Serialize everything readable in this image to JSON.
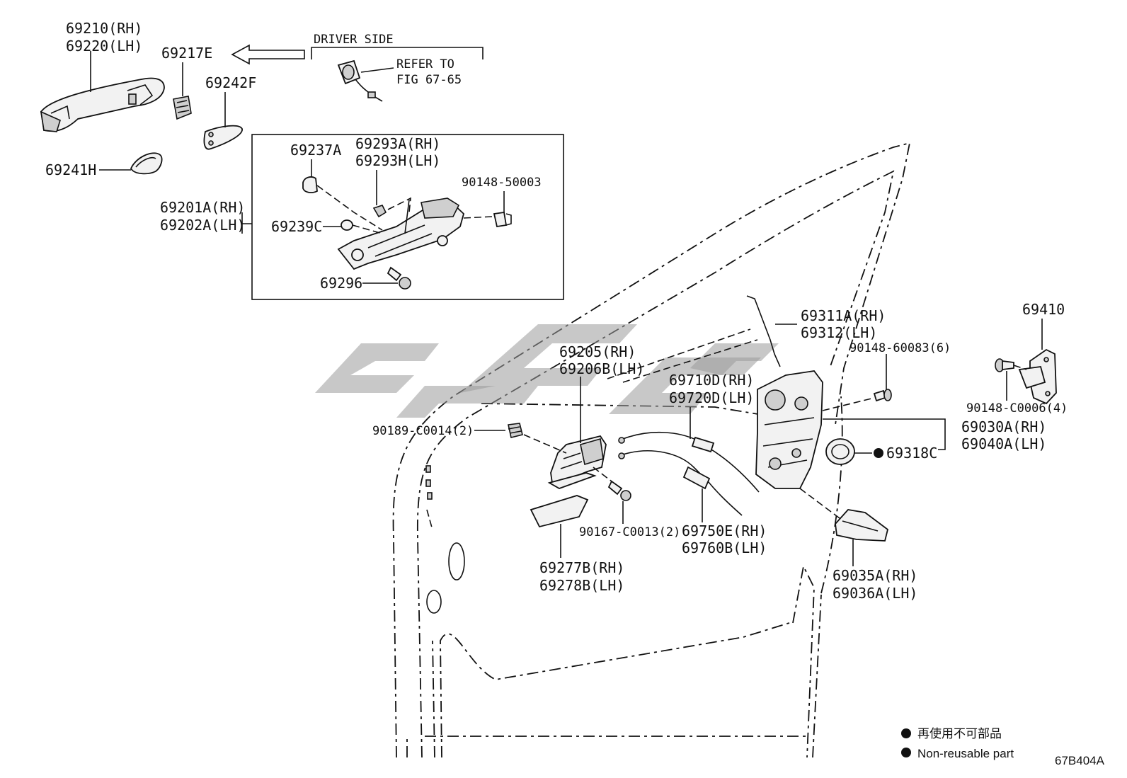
{
  "labels": {
    "handle_rh": "69210(RH)",
    "handle_lh": "69220(LH)",
    "cap": "69217E",
    "pad_f": "69242F",
    "pad_h": "69241H",
    "driver_side": "DRIVER SIDE",
    "refer_to": "REFER TO",
    "fig": "FIG 67-65",
    "frame_rh": "69201A(RH)",
    "frame_lh": "69202A(LH)",
    "clip_a": "69237A",
    "spring_rh": "69293A(RH)",
    "spring_lh": "69293H(LH)",
    "bolt_50003": "90148-50003",
    "cap_c": "69239C",
    "screw_296": "69296",
    "rod_rh": "69311A(RH)",
    "rod_lh": "69312(LH)",
    "inner_rh": "69205(RH)",
    "inner_lh": "69206B(LH)",
    "bolt_60083": "90148-60083(6)",
    "striker": "69410",
    "cable1_rh": "69710D(RH)",
    "cable1_lh": "69720D(LH)",
    "bolt_c0006": "90148-C0006(4)",
    "clip_c0014": "90189-C0014(2)",
    "lock_rh": "69030A(RH)",
    "lock_lh": "69040A(LH)",
    "seal": "69318C",
    "screw_c0013": "90167-C0013(2)",
    "cable2_rh": "69750E(RH)",
    "cable2_lh": "69760B(LH)",
    "bezel_rh": "69277B(RH)",
    "bezel_lh": "69278B(LH)",
    "cover_rh": "69035A(RH)",
    "cover_lh": "69036A(LH)"
  },
  "legend": {
    "zh": "再使用不可部品",
    "en": "Non-reusable part"
  },
  "figure_code": "67B404A"
}
